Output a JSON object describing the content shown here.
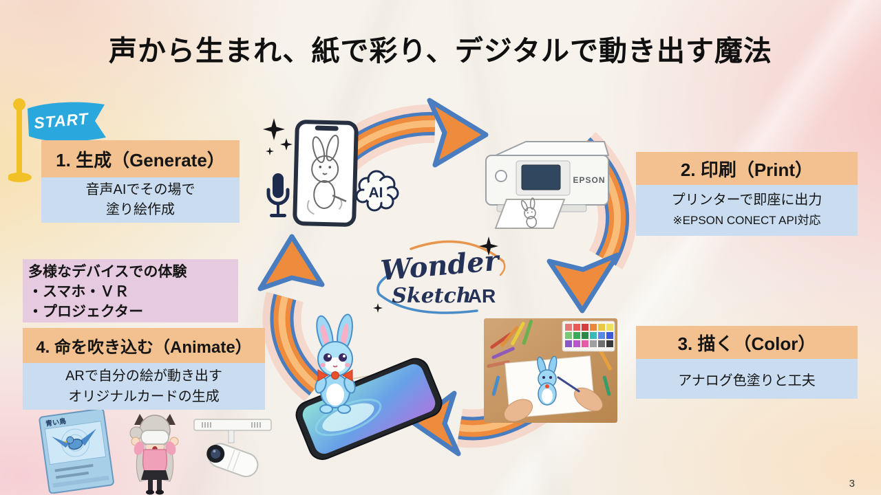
{
  "title": "声から生まれ、紙で彩り、デジタルで動き出す魔法",
  "start_label": "START",
  "steps": [
    {
      "heading": "1. 生成（Generate）",
      "body": [
        "音声AIでその場で",
        "塗り絵作成"
      ]
    },
    {
      "heading": "2. 印刷（Print）",
      "body": [
        "プリンターで即座に出力",
        "※EPSON CONECT API対応"
      ]
    },
    {
      "heading": "3. 描く（Color）",
      "body": [
        "アナログ色塗りと工夫"
      ]
    },
    {
      "heading": "4. 命を吹き込む（Animate）",
      "body": [
        "ARで自分の絵が動き出す",
        "オリジナルカードの生成"
      ]
    }
  ],
  "devices": {
    "title": "多様なデバイスでの体験",
    "items": [
      "・スマホ・ＶＲ",
      "・プロジェクター"
    ]
  },
  "logo": {
    "word1": "Wonder",
    "word2": "Sketch",
    "word3": "AR"
  },
  "ai_badge_label": "AI",
  "printer_brand": "EPSON",
  "card_title": "青い鳥",
  "page_number": "3",
  "colors": {
    "header_orange": "#f2c18f",
    "body_blue": "#c9dcf0",
    "devices_purple": "#e6cbe0",
    "flag_blue": "#2aa7dd",
    "arrow_orange": "#ef8b3d",
    "arrow_outline_blue": "#4a7dc0",
    "logo_navy": "#253258"
  }
}
